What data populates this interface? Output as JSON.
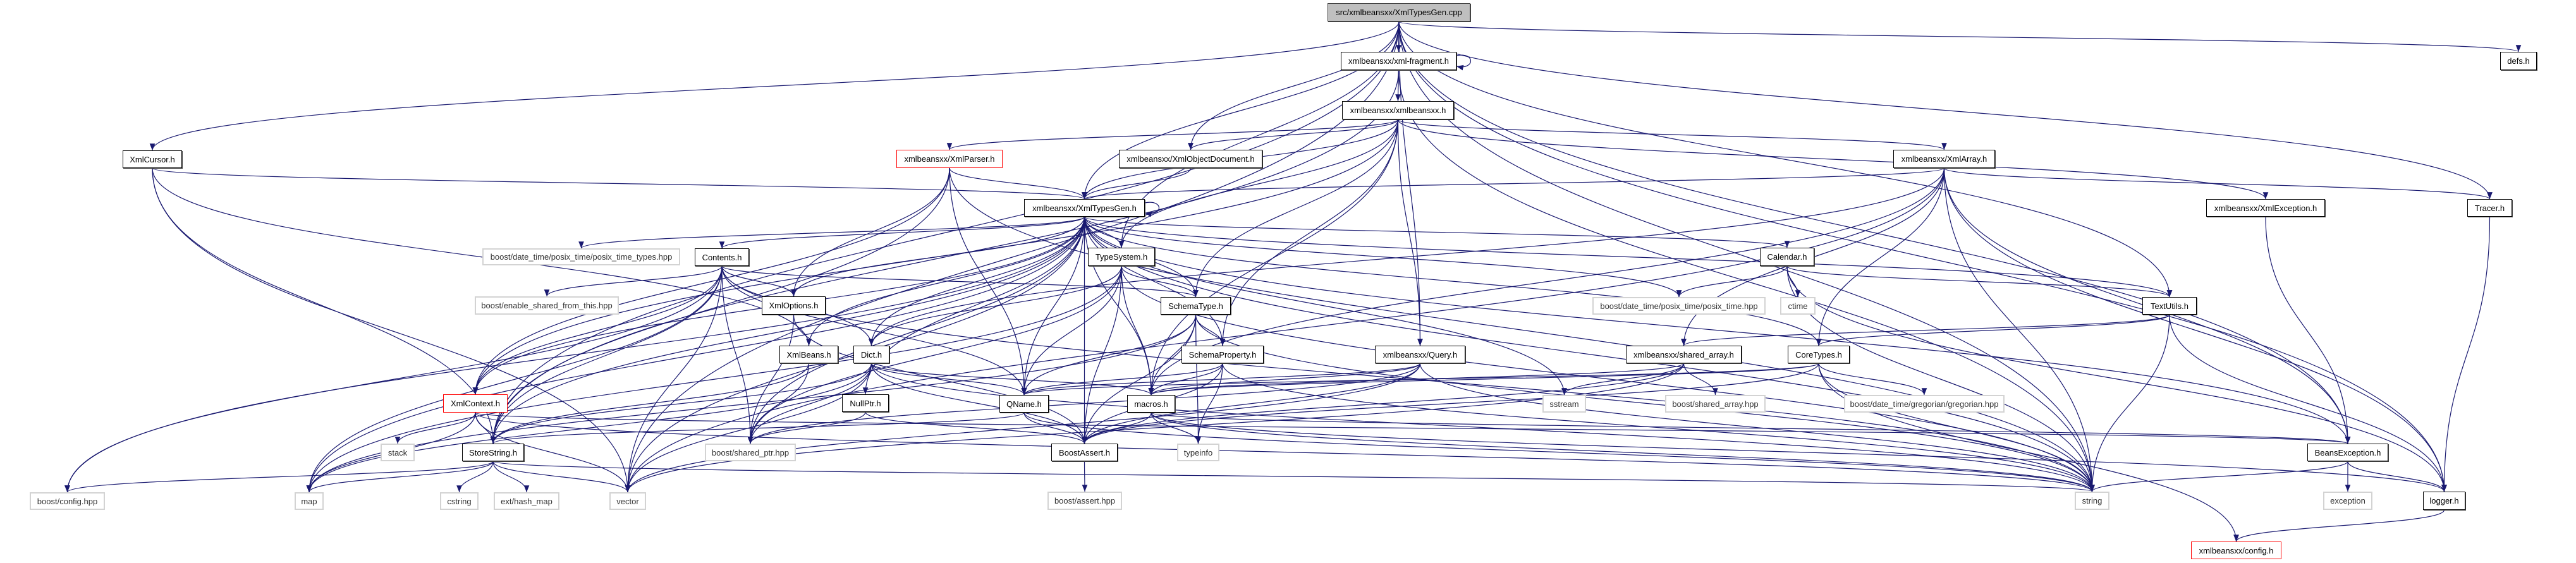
{
  "colors": {
    "edge": "#191970",
    "root_fill": "#bfbfbf",
    "truncated_border": "#ff0000",
    "external_border": "#d3d3d3"
  },
  "nodes": [
    {
      "id": "root",
      "label": "src/xmlbeansxx/XmlTypesGen.cpp",
      "kind": "root"
    },
    {
      "id": "fragment",
      "label": "xmlbeansxx/xml-fragment.h",
      "kind": "documented"
    },
    {
      "id": "xmlbeansxx",
      "label": "xmlbeansxx/xmlbeansxx.h",
      "kind": "documented"
    },
    {
      "id": "defs",
      "label": "defs.h",
      "kind": "documented"
    },
    {
      "id": "xmlcursor",
      "label": "XmlCursor.h",
      "kind": "documented"
    },
    {
      "id": "xmlparser",
      "label": "xmlbeansxx/XmlParser.h",
      "kind": "truncated"
    },
    {
      "id": "xmlobjdoc",
      "label": "xmlbeansxx/XmlObjectDocument.h",
      "kind": "documented"
    },
    {
      "id": "xmlarray",
      "label": "xmlbeansxx/XmlArray.h",
      "kind": "documented"
    },
    {
      "id": "xmltypesgen",
      "label": "xmlbeansxx/XmlTypesGen.h",
      "kind": "documented"
    },
    {
      "id": "xmlexception",
      "label": "xmlbeansxx/XmlException.h",
      "kind": "documented"
    },
    {
      "id": "tracer",
      "label": "Tracer.h",
      "kind": "documented"
    },
    {
      "id": "posixtypes",
      "label": "boost/date_time/posix_time/posix_time_types.hpp",
      "kind": "external"
    },
    {
      "id": "contents",
      "label": "Contents.h",
      "kind": "documented"
    },
    {
      "id": "typesystem",
      "label": "TypeSystem.h",
      "kind": "documented"
    },
    {
      "id": "calendar",
      "label": "Calendar.h",
      "kind": "documented"
    },
    {
      "id": "enableshared",
      "label": "boost/enable_shared_from_this.hpp",
      "kind": "external"
    },
    {
      "id": "xmloptions",
      "label": "XmlOptions.h",
      "kind": "documented"
    },
    {
      "id": "schematype",
      "label": "SchemaType.h",
      "kind": "documented"
    },
    {
      "id": "posixtime",
      "label": "boost/date_time/posix_time/posix_time.hpp",
      "kind": "external"
    },
    {
      "id": "ctime",
      "label": "ctime",
      "kind": "external"
    },
    {
      "id": "textutils",
      "label": "TextUtils.h",
      "kind": "documented"
    },
    {
      "id": "xmlbeans",
      "label": "XmlBeans.h",
      "kind": "documented"
    },
    {
      "id": "dict",
      "label": "Dict.h",
      "kind": "documented"
    },
    {
      "id": "schemaprop",
      "label": "SchemaProperty.h",
      "kind": "documented"
    },
    {
      "id": "query",
      "label": "xmlbeansxx/Query.h",
      "kind": "documented"
    },
    {
      "id": "sharedarrayh",
      "label": "xmlbeansxx/shared_array.h",
      "kind": "documented"
    },
    {
      "id": "coretypes",
      "label": "CoreTypes.h",
      "kind": "documented"
    },
    {
      "id": "xmlcontext",
      "label": "XmlContext.h",
      "kind": "truncated"
    },
    {
      "id": "nullptr",
      "label": "NullPtr.h",
      "kind": "documented"
    },
    {
      "id": "qname",
      "label": "QName.h",
      "kind": "documented"
    },
    {
      "id": "macros",
      "label": "macros.h",
      "kind": "documented"
    },
    {
      "id": "sstream",
      "label": "sstream",
      "kind": "external"
    },
    {
      "id": "sharedarrayhpp",
      "label": "boost/shared_array.hpp",
      "kind": "external"
    },
    {
      "id": "gregorian",
      "label": "boost/date_time/gregorian/gregorian.hpp",
      "kind": "external"
    },
    {
      "id": "stack",
      "label": "stack",
      "kind": "external"
    },
    {
      "id": "storestring",
      "label": "StoreString.h",
      "kind": "documented"
    },
    {
      "id": "sharedptr",
      "label": "boost/shared_ptr.hpp",
      "kind": "external"
    },
    {
      "id": "boostassert",
      "label": "BoostAssert.h",
      "kind": "documented"
    },
    {
      "id": "typeinfo",
      "label": "typeinfo",
      "kind": "external"
    },
    {
      "id": "beansexception",
      "label": "BeansException.h",
      "kind": "documented"
    },
    {
      "id": "config",
      "label": "boost/config.hpp",
      "kind": "external"
    },
    {
      "id": "map",
      "label": "map",
      "kind": "external"
    },
    {
      "id": "cstring",
      "label": "cstring",
      "kind": "external"
    },
    {
      "id": "hashmap",
      "label": "ext/hash_map",
      "kind": "external"
    },
    {
      "id": "vector",
      "label": "vector",
      "kind": "external"
    },
    {
      "id": "assert",
      "label": "boost/assert.hpp",
      "kind": "external"
    },
    {
      "id": "string",
      "label": "string",
      "kind": "external"
    },
    {
      "id": "exception",
      "label": "exception",
      "kind": "external"
    },
    {
      "id": "logger",
      "label": "logger.h",
      "kind": "documented"
    },
    {
      "id": "xconfig",
      "label": "xmlbeansxx/config.h",
      "kind": "truncated"
    }
  ],
  "edges": [
    [
      "root",
      "fragment"
    ],
    [
      "root",
      "xmlcursor"
    ],
    [
      "root",
      "xmltypesgen"
    ],
    [
      "root",
      "xmlobjdoc"
    ],
    [
      "root",
      "typesystem"
    ],
    [
      "root",
      "tracer"
    ],
    [
      "root",
      "defs"
    ],
    [
      "root",
      "textutils"
    ],
    [
      "root",
      "beansexception"
    ],
    [
      "root",
      "storestring"
    ],
    [
      "root",
      "string"
    ],
    [
      "root",
      "vector"
    ],
    [
      "root",
      "query"
    ],
    [
      "root",
      "logger"
    ],
    [
      "fragment",
      "fragment"
    ],
    [
      "fragment",
      "xmlbeansxx"
    ],
    [
      "fragment",
      "storestring"
    ],
    [
      "fragment",
      "string"
    ],
    [
      "xmlbeansxx",
      "xmlparser"
    ],
    [
      "xmlbeansxx",
      "xmlobjdoc"
    ],
    [
      "xmlbeansxx",
      "xmltypesgen"
    ],
    [
      "xmlbeansxx",
      "xmlarray"
    ],
    [
      "xmlbeansxx",
      "xmlexception"
    ],
    [
      "xmlbeansxx",
      "query"
    ],
    [
      "xmlbeansxx",
      "typesystem"
    ],
    [
      "xmlbeansxx",
      "schemaprop"
    ],
    [
      "xmlbeansxx",
      "schematype"
    ],
    [
      "xmlbeansxx",
      "macros"
    ],
    [
      "xmlbeansxx",
      "xmlcontext"
    ],
    [
      "xmlparser",
      "xmltypesgen"
    ],
    [
      "xmlparser",
      "xmloptions"
    ],
    [
      "xmlparser",
      "qname"
    ],
    [
      "xmlparser",
      "xmlcontext"
    ],
    [
      "xmlparser",
      "string"
    ],
    [
      "xmlparser",
      "storestring"
    ],
    [
      "xmlobjdoc",
      "xmltypesgen"
    ],
    [
      "xmlcursor",
      "xmltypesgen"
    ],
    [
      "xmlcursor",
      "xmlbeans"
    ],
    [
      "xmlcursor",
      "storestring"
    ],
    [
      "xmlcursor",
      "vector"
    ],
    [
      "xmlarray",
      "xmltypesgen"
    ],
    [
      "xmlarray",
      "tracer"
    ],
    [
      "xmlarray",
      "beansexception"
    ],
    [
      "xmlarray",
      "macros"
    ],
    [
      "xmlarray",
      "coretypes"
    ],
    [
      "xmlarray",
      "sharedarrayh"
    ],
    [
      "xmlarray",
      "string"
    ],
    [
      "xmlarray",
      "logger"
    ],
    [
      "xmlarray",
      "dict"
    ],
    [
      "xmlarray",
      "vector"
    ],
    [
      "xmlexception",
      "beansexception"
    ],
    [
      "tracer",
      "logger"
    ],
    [
      "xmltypesgen",
      "xmltypesgen"
    ],
    [
      "xmltypesgen",
      "contents"
    ],
    [
      "xmltypesgen",
      "typesystem"
    ],
    [
      "xmltypesgen",
      "schematype"
    ],
    [
      "xmltypesgen",
      "schemaprop"
    ],
    [
      "xmltypesgen",
      "calendar"
    ],
    [
      "xmltypesgen",
      "xmloptions"
    ],
    [
      "xmltypesgen",
      "xmlbeans"
    ],
    [
      "xmltypesgen",
      "dict"
    ],
    [
      "xmltypesgen",
      "nullptr"
    ],
    [
      "xmltypesgen",
      "qname"
    ],
    [
      "xmltypesgen",
      "macros"
    ],
    [
      "xmltypesgen",
      "boostassert"
    ],
    [
      "xmltypesgen",
      "coretypes"
    ],
    [
      "xmltypesgen",
      "textutils"
    ],
    [
      "xmltypesgen",
      "posixtypes"
    ],
    [
      "xmltypesgen",
      "posixtime"
    ],
    [
      "xmltypesgen",
      "sharedptr"
    ],
    [
      "xmltypesgen",
      "map"
    ],
    [
      "xmltypesgen",
      "vector"
    ],
    [
      "xmltypesgen",
      "string"
    ],
    [
      "xmltypesgen",
      "sstream"
    ],
    [
      "xmltypesgen",
      "config"
    ],
    [
      "xmltypesgen",
      "storestring"
    ],
    [
      "xmltypesgen",
      "xmlcontext"
    ],
    [
      "xmltypesgen",
      "beansexception"
    ],
    [
      "typesystem",
      "schematype"
    ],
    [
      "typesystem",
      "qname"
    ],
    [
      "typesystem",
      "macros"
    ],
    [
      "typesystem",
      "boostassert"
    ],
    [
      "typesystem",
      "sharedptr"
    ],
    [
      "typesystem",
      "map"
    ],
    [
      "typesystem",
      "string"
    ],
    [
      "typesystem",
      "dict"
    ],
    [
      "schematype",
      "schemaprop"
    ],
    [
      "schematype",
      "qname"
    ],
    [
      "schematype",
      "macros"
    ],
    [
      "schematype",
      "boostassert"
    ],
    [
      "schematype",
      "map"
    ],
    [
      "schematype",
      "string"
    ],
    [
      "schematype",
      "typeinfo"
    ],
    [
      "schemaprop",
      "qname"
    ],
    [
      "schemaprop",
      "macros"
    ],
    [
      "schemaprop",
      "boostassert"
    ],
    [
      "schemaprop",
      "typeinfo"
    ],
    [
      "schemaprop",
      "string"
    ],
    [
      "contents",
      "enableshared"
    ],
    [
      "contents",
      "xmloptions"
    ],
    [
      "contents",
      "dict"
    ],
    [
      "contents",
      "xmlcontext"
    ],
    [
      "contents",
      "storestring"
    ],
    [
      "contents",
      "sharedptr"
    ],
    [
      "contents",
      "map"
    ],
    [
      "contents",
      "vector"
    ],
    [
      "contents",
      "config"
    ],
    [
      "contents",
      "qname"
    ],
    [
      "contents",
      "schematype"
    ],
    [
      "contents",
      "string"
    ],
    [
      "calendar",
      "ctime"
    ],
    [
      "calendar",
      "posixtime"
    ],
    [
      "calendar",
      "textutils"
    ],
    [
      "calendar",
      "string"
    ],
    [
      "calendar",
      "logger"
    ],
    [
      "xmloptions",
      "sharedptr"
    ],
    [
      "xmloptions",
      "boostassert"
    ],
    [
      "xmlbeans",
      "storestring"
    ],
    [
      "xmlbeans",
      "sharedptr"
    ],
    [
      "dict",
      "qname"
    ],
    [
      "dict",
      "storestring"
    ],
    [
      "dict",
      "sharedptr"
    ],
    [
      "dict",
      "boostassert"
    ],
    [
      "dict",
      "map"
    ],
    [
      "dict",
      "vector"
    ],
    [
      "dict",
      "macros"
    ],
    [
      "dict",
      "string"
    ],
    [
      "xmlcontext",
      "storestring"
    ],
    [
      "xmlcontext",
      "stack"
    ],
    [
      "xmlcontext",
      "map"
    ],
    [
      "xmlcontext",
      "vector"
    ],
    [
      "xmlcontext",
      "beansexception"
    ],
    [
      "xmlcontext",
      "string"
    ],
    [
      "nullptr",
      "sharedptr"
    ],
    [
      "nullptr",
      "boostassert"
    ],
    [
      "query",
      "qname"
    ],
    [
      "query",
      "macros"
    ],
    [
      "query",
      "boostassert"
    ],
    [
      "query",
      "string"
    ],
    [
      "query",
      "vector"
    ],
    [
      "query",
      "sharedptr"
    ],
    [
      "sharedarrayh",
      "sharedarrayhpp"
    ],
    [
      "sharedarrayh",
      "boostassert"
    ],
    [
      "sharedarrayh",
      "vector"
    ],
    [
      "sharedarrayh",
      "sstream"
    ],
    [
      "sharedarrayh",
      "macros"
    ],
    [
      "coretypes",
      "gregorian"
    ],
    [
      "coretypes",
      "string"
    ],
    [
      "coretypes",
      "boostassert"
    ],
    [
      "coretypes",
      "macros"
    ],
    [
      "coretypes",
      "xconfig"
    ],
    [
      "coretypes",
      "qname"
    ],
    [
      "textutils",
      "coretypes"
    ],
    [
      "textutils",
      "sharedarrayh"
    ],
    [
      "textutils",
      "string"
    ],
    [
      "textutils",
      "logger"
    ],
    [
      "qname",
      "boostassert"
    ],
    [
      "qname",
      "storestring"
    ],
    [
      "qname",
      "string"
    ],
    [
      "macros",
      "boostassert"
    ],
    [
      "macros",
      "typeinfo"
    ],
    [
      "macros",
      "beansexception"
    ],
    [
      "macros",
      "string"
    ],
    [
      "macros",
      "logger"
    ],
    [
      "boostassert",
      "assert"
    ],
    [
      "storestring",
      "config"
    ],
    [
      "storestring",
      "map"
    ],
    [
      "storestring",
      "cstring"
    ],
    [
      "storestring",
      "hashmap"
    ],
    [
      "storestring",
      "vector"
    ],
    [
      "storestring",
      "string"
    ],
    [
      "beansexception",
      "exception"
    ],
    [
      "beansexception",
      "logger"
    ],
    [
      "beansexception",
      "string"
    ],
    [
      "logger",
      "xconfig"
    ]
  ]
}
